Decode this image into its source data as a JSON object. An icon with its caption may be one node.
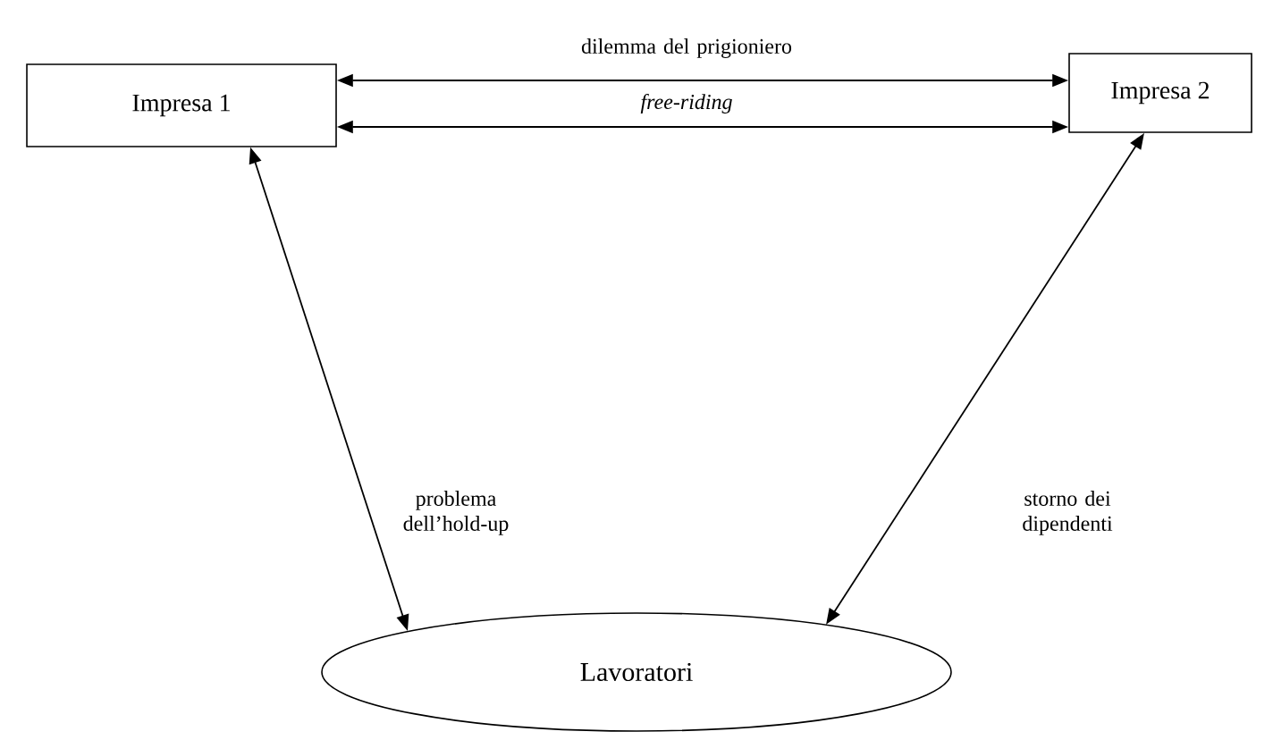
{
  "diagram": {
    "nodes": [
      {
        "text": [
          "Impresa 1"
        ]
      },
      {
        "text": [
          "Impresa 2"
        ]
      },
      {
        "text": [
          "Lavoratori"
        ]
      }
    ],
    "edges": [
      {
        "from": 0,
        "to": 1,
        "arrow": "both",
        "label": "dilemma del prigioniero"
      },
      {
        "from": 0,
        "to": 1,
        "arrow": "both",
        "label": "free-riding"
      },
      {
        "from": 0,
        "to": 2,
        "arrow": "both",
        "label": "problema dell’hold-up"
      },
      {
        "from": 1,
        "to": 2,
        "arrow": "both",
        "label": "storno dei dipendenti"
      }
    ]
  }
}
